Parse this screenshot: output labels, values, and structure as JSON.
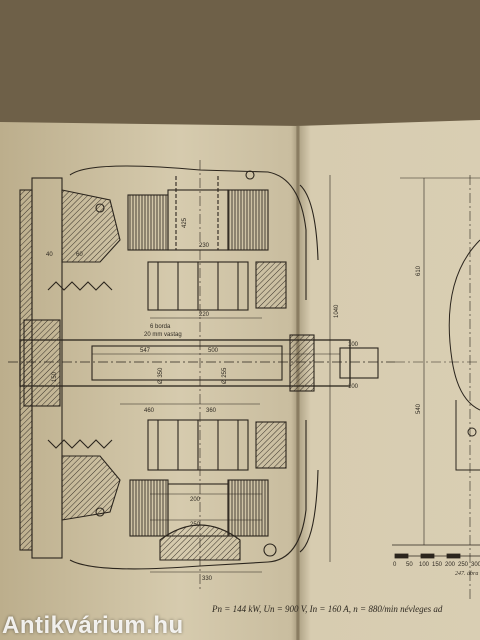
{
  "document": {
    "caption": "Pn = 144 kW, Un = 900 V, In = 160 A, n = 880/min névleges ad",
    "figure_number": "247. ábra",
    "annotation_lines": [
      "6 borda",
      "20 mm vastag"
    ]
  },
  "dimensions": {
    "top_vertical": "425",
    "top_width": "230",
    "upper_left": "40",
    "upper_mid": "60",
    "rotor_width": "220",
    "shaft_left": "547",
    "shaft_right": "500",
    "dia_left": "Ø 350",
    "dia_right": "Ø 255",
    "lower_left": "460",
    "lower_right": "360",
    "lower_mid": "200",
    "lower_wide": "250",
    "bottom": "330",
    "overall_height": "1040",
    "shaft_end_top": "100",
    "shaft_end_bot": "100",
    "left_small": "150",
    "right_height": "610",
    "right_lower": "540"
  },
  "scale_bar": {
    "ticks": [
      "0",
      "50",
      "100",
      "150",
      "200",
      "250",
      "300"
    ]
  },
  "watermark": "Antikvárium.hu"
}
